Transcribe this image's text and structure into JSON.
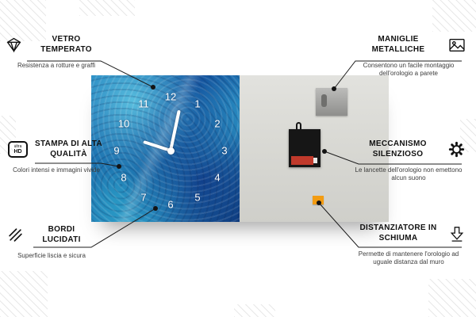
{
  "clock": {
    "numbers": {
      "n1": "1",
      "n2": "2",
      "n3": "3",
      "n4": "4",
      "n5": "5",
      "n6": "6",
      "n7": "7",
      "n8": "8",
      "n9": "9",
      "n10": "10",
      "n11": "11",
      "n12": "12"
    }
  },
  "callouts": {
    "vetro": {
      "title": "VETRO TEMPERATO",
      "desc": "Resistenza a rotture e graffi",
      "icon": "diamond-icon"
    },
    "stampa": {
      "title": "STAMPA DI ALTA QUALITÀ",
      "desc": "Colori intensi e immagini vivide",
      "icon": "ultra-hd-icon"
    },
    "bordi": {
      "title": "BORDI LUCIDATI",
      "desc": "Superficie liscia e sicura",
      "icon": "polished-edge-icon"
    },
    "maniglie": {
      "title": "MANIGLIE METALLICHE",
      "desc": "Consentono un facile montaggio dell'orologio a parete",
      "icon": "picture-frame-icon"
    },
    "meccanismo": {
      "title": "MECCANISMO SILENZIOSO",
      "desc": "Le lancette dell'orologio non emettono alcun suono",
      "icon": "gear-icon"
    },
    "distanziatore": {
      "title": "DISTANZIATORE IN SCHIUMA",
      "desc": "Permette di mantenere l'orologio ad uguale distanza dal muro",
      "icon": "arrow-down-icon"
    }
  },
  "icons": {
    "ultra_label": "ultra",
    "hd_label": "HD"
  },
  "colors": {
    "pattern_blue": "#1f7fbd",
    "foam_orange": "#f39c12",
    "battery_red": "#c0392b",
    "line_black": "#1c1c1c"
  }
}
